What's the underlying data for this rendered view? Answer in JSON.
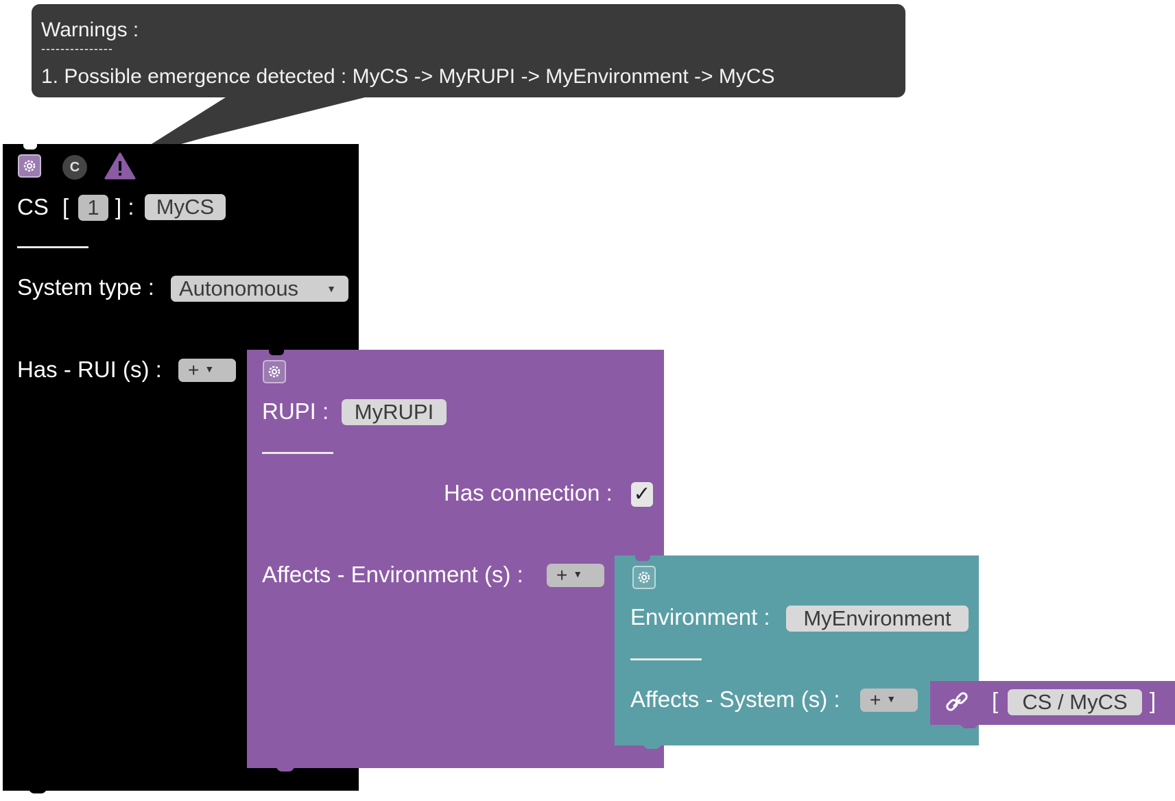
{
  "warning": {
    "title": "Warnings :",
    "separator": "---------------",
    "item": "1. Possible emergence detected : MyCS -> MyRUPI -> MyEnvironment -> MyCS"
  },
  "cs_block": {
    "label": "CS",
    "open_bracket": "[",
    "index": "1",
    "close_bracket": "] :",
    "name": "MyCS",
    "comment_icon_label": "C",
    "system_type_label": "System type :",
    "system_type_value": "Autonomous",
    "has_rui_label": "Has - RUI (s) :",
    "add_label": "+"
  },
  "rupi_block": {
    "label": "RUPI :",
    "name": "MyRUPI",
    "has_connection_label": "Has connection :",
    "has_connection_checked": true,
    "checkmark": "✓",
    "affects_env_label": "Affects - Environment (s) :",
    "add_label": "+"
  },
  "env_block": {
    "label": "Environment :",
    "name": "MyEnvironment",
    "affects_system_label": "Affects - System (s) :",
    "add_label": "+"
  },
  "link_block": {
    "open_bracket": "[",
    "reference": "CS / MyCS",
    "close_bracket": "]"
  },
  "colors": {
    "cs_block": "#000000",
    "rupi_block": "#8c5ba5",
    "environment_block": "#5b9fa6",
    "warning_bubble": "#3a3a3a",
    "warning_icon": "#8c5ba5"
  }
}
